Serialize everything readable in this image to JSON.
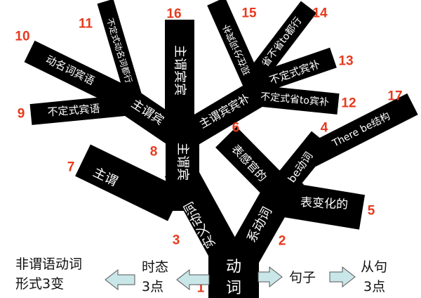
{
  "tree": {
    "trunk": [
      "动",
      "词"
    ],
    "branches": {
      "b1_left": "实义动词",
      "b2_right": "系动词",
      "b8": "主谓宾",
      "b7": "主谓",
      "b16": "主谓宾宾",
      "left_fan": "主谓宾",
      "b10": "动名词宾语",
      "b9": "不定式宾语",
      "b11": "不定式动名词都行",
      "right_fan": "主谓宾宾补",
      "b15": "现在分词宾补",
      "b14": "省不省to都行",
      "b13": "不定式宾补",
      "b12": "不定式省to宾补",
      "b6": "表感官的",
      "b4": "be动词",
      "b17": "There be结构",
      "b5": "表变化的"
    },
    "numbers": [
      "1",
      "2",
      "3",
      "4",
      "5",
      "6",
      "7",
      "8",
      "9",
      "10",
      "11",
      "12",
      "13",
      "14",
      "15",
      "16",
      "17"
    ]
  },
  "labels": {
    "nonfinite_line1": "非谓语动词",
    "nonfinite_line2": "形式3变",
    "tense_line1": "时态",
    "tense_line2": "3点",
    "sentence": "句子",
    "clause_line1": "从句",
    "clause_line2": "3点"
  },
  "colors": {
    "branch": "#000000",
    "number": "#e8391d",
    "arrow": "#c9e6e8"
  },
  "icons": [
    "arrow-left-icon",
    "arrow-left-icon",
    "arrow-right-icon",
    "arrow-right-icon"
  ]
}
